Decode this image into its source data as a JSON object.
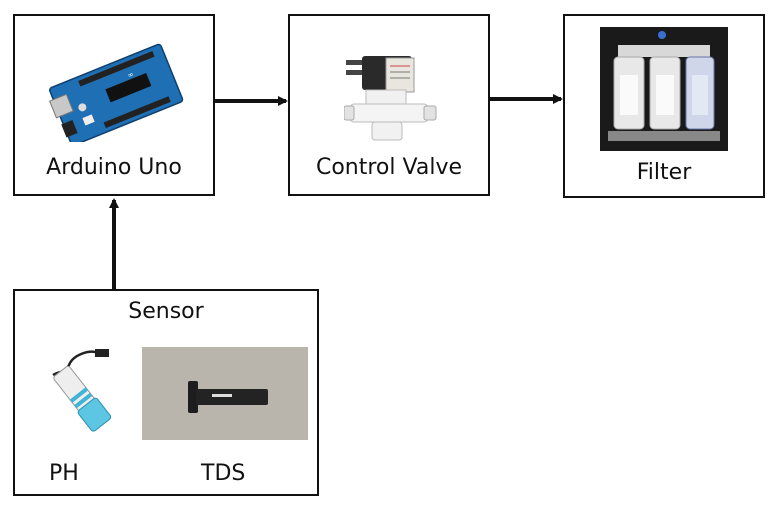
{
  "nodes": {
    "arduino": {
      "label": "Arduino Uno",
      "icon": "arduino-board-icon"
    },
    "valve": {
      "label": "Control Valve",
      "icon": "solenoid-valve-icon"
    },
    "filter": {
      "label": "Filter",
      "icon": "water-filter-icon"
    },
    "sensor": {
      "label": "Sensor",
      "ph": {
        "label": "PH",
        "icon": "ph-probe-icon"
      },
      "tds": {
        "label": "TDS",
        "icon": "tds-meter-icon"
      }
    }
  },
  "edges": [
    {
      "from": "sensor",
      "to": "arduino"
    },
    {
      "from": "arduino",
      "to": "valve"
    },
    {
      "from": "valve",
      "to": "filter"
    }
  ],
  "colors": {
    "line": "#111111",
    "board_blue": "#1f6fb5",
    "valve_white": "#f1f1f1",
    "valve_coil": "#2a2a2a",
    "filter_bg": "#1a1a1a",
    "probe_cyan": "#3fb4d6",
    "tds_bg": "#b9b5ad"
  }
}
